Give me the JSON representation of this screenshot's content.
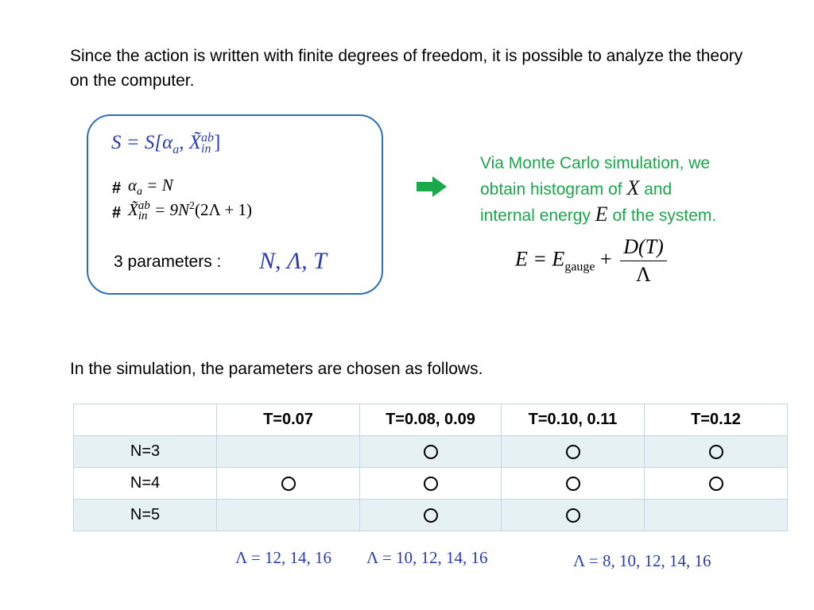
{
  "intro_text": "Since the action is written with finite degrees of freedom, it is possible to analyze the theory on the computer.",
  "action_box": {
    "action_eq": "S = S[α",
    "action_args": "a",
    "action_x": ", X̃",
    "action_sup": "ab",
    "action_sub": "in",
    "action_close": "]",
    "hash": "#",
    "constraint1_lhs": "α",
    "constraint1_sub": "a",
    "constraint1_rhs": " = N",
    "constraint2_lhs": "X̃",
    "constraint2_sup": "ab",
    "constraint2_sub": "in",
    "constraint2_rhs": " = 9N",
    "constraint2_exp": "2",
    "constraint2_tail": "(2Λ + 1)",
    "params_label": "3 parameters :",
    "params_vars": "N, Λ, T"
  },
  "monte_carlo": {
    "line1": "Via Monte Carlo simulation, we",
    "line2_pre": "obtain histogram of",
    "var_x": "X",
    "line2_post": "and",
    "line3_pre": "internal energy",
    "var_e": "E",
    "line3_post": "of the system.",
    "energy_lhs": "E = E",
    "energy_sub": "gauge",
    "energy_plus": " + ",
    "energy_num": "D(T)",
    "energy_den": "Λ"
  },
  "sim_text": "In the simulation, the parameters are chosen as follows.",
  "table": {
    "headers": [
      "",
      "T=0.07",
      "T=0.08, 0.09",
      "T=0.10, 0.11",
      "T=0.12"
    ],
    "rows": [
      {
        "label": "N=3",
        "cells": [
          false,
          true,
          true,
          true
        ]
      },
      {
        "label": "N=4",
        "cells": [
          true,
          true,
          true,
          true
        ]
      },
      {
        "label": "N=5",
        "cells": [
          false,
          true,
          true,
          false
        ]
      }
    ]
  },
  "lambda_values": [
    "Λ = 12, 14, 16",
    "Λ = 10, 12, 14, 16",
    "Λ = 8, 10, 12, 14, 16"
  ],
  "colors": {
    "box_border": "#2a6fb7",
    "math_blue": "#2b3bb6",
    "green_text": "#1aa84a",
    "table_shade": "#e6f1f4"
  }
}
